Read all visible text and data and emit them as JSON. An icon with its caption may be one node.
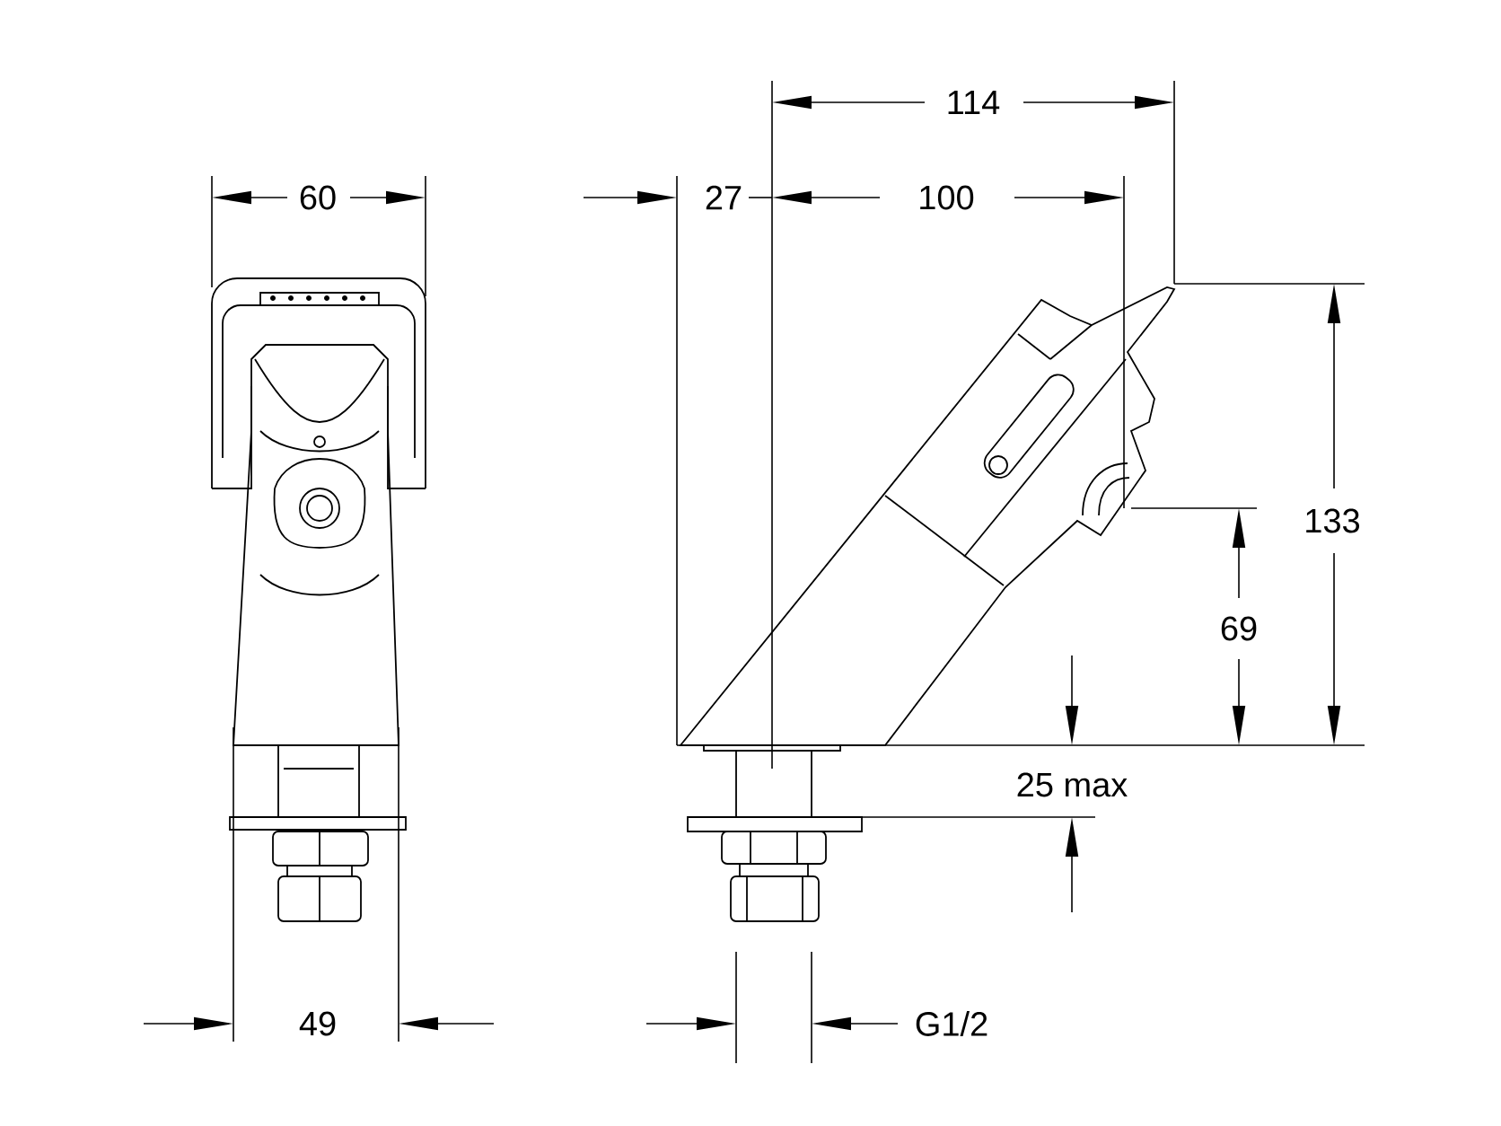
{
  "diagram": {
    "labels": [
      "60",
      "114",
      "27",
      "100",
      "133",
      "69",
      "25 max",
      "49",
      "G1/2"
    ]
  }
}
